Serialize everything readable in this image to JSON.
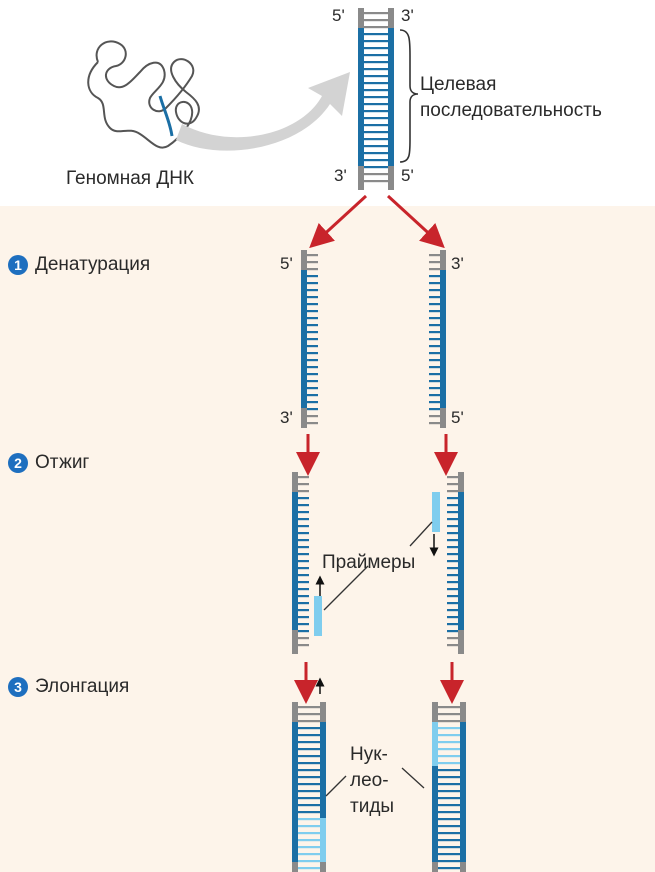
{
  "labels": {
    "genomic_dna": "Геномная ДНК",
    "target_sequence_line1": "Целевая",
    "target_sequence_line2": "последовательность",
    "primers": "Праймеры",
    "nucleotides_line1": "Нук-",
    "nucleotides_line2": "лео-",
    "nucleotides_line3": "тиды"
  },
  "ends": {
    "five_prime": "5'",
    "three_prime": "3'"
  },
  "steps": [
    {
      "number": "1",
      "label": "Денатурация"
    },
    {
      "number": "2",
      "label": "Отжиг"
    },
    {
      "number": "3",
      "label": "Элонгация"
    }
  ],
  "colors": {
    "strand_dark": "#1b6fa5",
    "strand_light": "#7fcdee",
    "strand_gray": "#8a8a8a",
    "arrow_red": "#c8242b",
    "step_badge": "#1e6fbf",
    "bg_cream": "#fdf4ea"
  }
}
